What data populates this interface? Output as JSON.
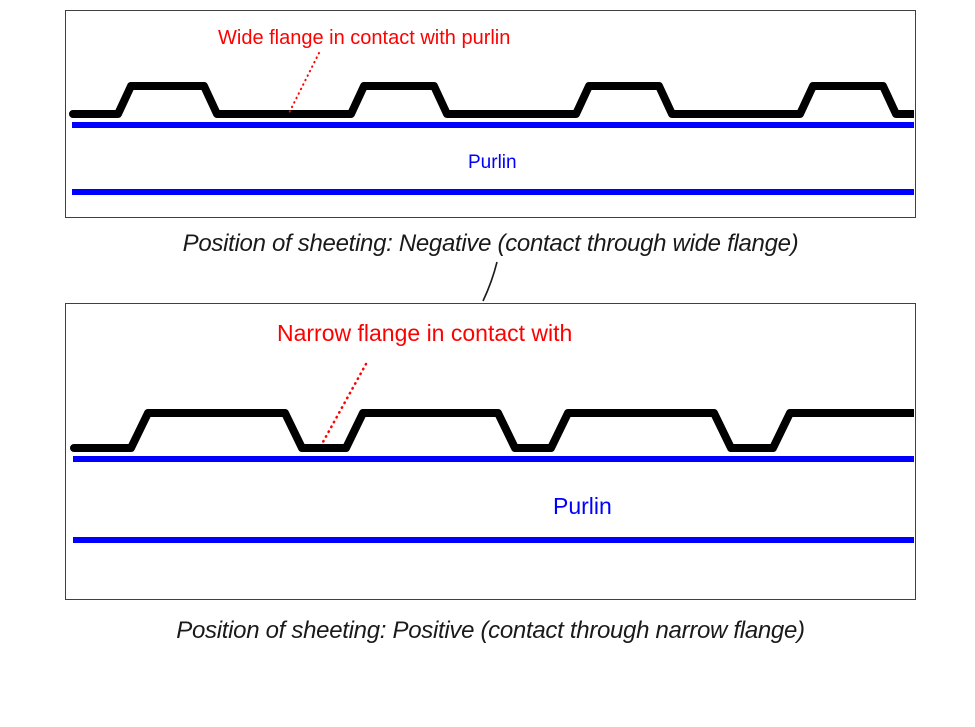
{
  "panels": [
    {
      "annotation": "Wide flange in contact with purlin",
      "purlin_label": "Purlin",
      "caption": "Position of sheeting: Negative (contact through wide flange)",
      "orientation": "negative"
    },
    {
      "annotation": "Narrow flange in contact with",
      "purlin_label": "Purlin",
      "caption": "Position of sheeting: Positive (contact through narrow flange)",
      "orientation": "positive"
    }
  ],
  "colors": {
    "annotation": "#ff0000",
    "purlin": "#0000ff",
    "profile": "#000000",
    "caption": "#1a1a1a",
    "panel_border": "#404040"
  }
}
